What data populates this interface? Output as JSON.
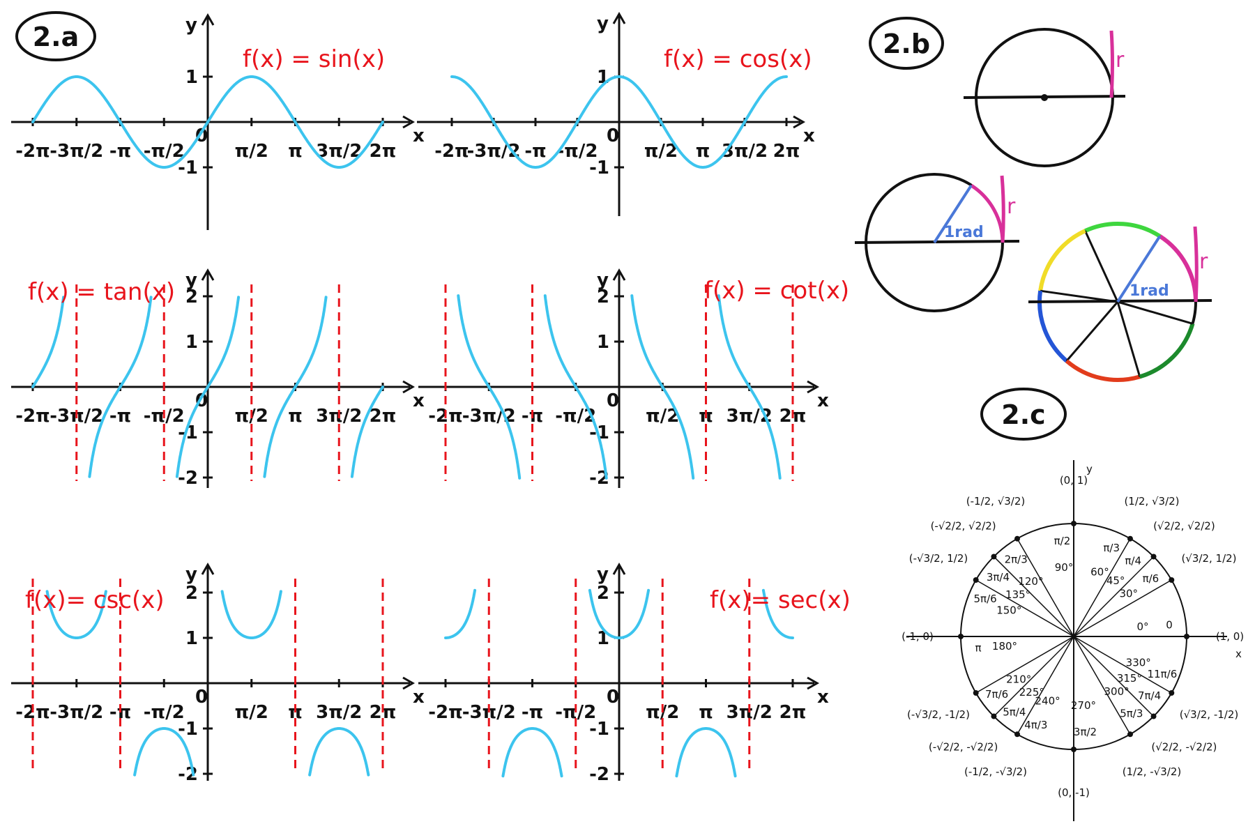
{
  "badges": {
    "a": "2.a",
    "b": "2.b",
    "c": "2.c"
  },
  "colors": {
    "curve": "#3cc4ee",
    "asymptote": "#e8141c",
    "title": "#e8141c",
    "ink": "#111111",
    "r_magenta": "#d8309a",
    "rad_blue": "#4a78d8",
    "green": "#3ed63e",
    "yellow": "#f0dc28",
    "dark_green": "#1c8a2c",
    "red": "#e23c1c",
    "blue": "#2455d6"
  },
  "graphs": [
    {
      "id": "sin",
      "title": "f(x) = sin(x)"
    },
    {
      "id": "cos",
      "title": "f(x) = cos(x)"
    },
    {
      "id": "tan",
      "title": "f(x) = tan(x)"
    },
    {
      "id": "cot",
      "title": "f(x) = cot(x)"
    },
    {
      "id": "csc",
      "title": "f(x)= csc(x)"
    },
    {
      "id": "sec",
      "title": "f(x)= sec(x)"
    }
  ],
  "axis_labels": {
    "x": "x",
    "y": "y",
    "origin": "0"
  },
  "x_ticks": [
    "-2π",
    "-3π/2",
    "-π",
    "-π/2",
    "π/2",
    "π",
    "3π/2",
    "2π"
  ],
  "y_ticks_trig": [
    "1",
    "-1"
  ],
  "y_ticks_wide": [
    "2",
    "1",
    "-1",
    "-2"
  ],
  "radian_circles": {
    "r": "r",
    "rad": "1rad"
  },
  "unit_circle": {
    "x_label": "x",
    "y_label": "y",
    "points": [
      {
        "coord": "(1, 0)",
        "rad": "0",
        "deg": "0°"
      },
      {
        "coord": "(√3/2, 1/2)",
        "rad": "π/6",
        "deg": "30°"
      },
      {
        "coord": "(√2/2, √2/2)",
        "rad": "π/4",
        "deg": "45°"
      },
      {
        "coord": "(1/2, √3/2)",
        "rad": "π/3",
        "deg": "60°"
      },
      {
        "coord": "(0, 1)",
        "rad": "π/2",
        "deg": "90°"
      },
      {
        "coord": "(-1/2, √3/2)",
        "rad": "2π/3",
        "deg": "120°"
      },
      {
        "coord": "(-√2/2, √2/2)",
        "rad": "3π/4",
        "deg": "135°"
      },
      {
        "coord": "(-√3/2, 1/2)",
        "rad": "5π/6",
        "deg": "150°"
      },
      {
        "coord": "(-1, 0)",
        "rad": "π",
        "deg": "180°"
      },
      {
        "coord": "(-√3/2, -1/2)",
        "rad": "7π/6",
        "deg": "210°"
      },
      {
        "coord": "(-√2/2, -√2/2)",
        "rad": "5π/4",
        "deg": "225°"
      },
      {
        "coord": "(-1/2, -√3/2)",
        "rad": "4π/3",
        "deg": "240°"
      },
      {
        "coord": "(0, -1)",
        "rad": "3π/2",
        "deg": "270°"
      },
      {
        "coord": "(1/2, -√3/2)",
        "rad": "5π/3",
        "deg": "300°"
      },
      {
        "coord": "(√2/2, -√2/2)",
        "rad": "7π/4",
        "deg": "315°"
      },
      {
        "coord": "(√3/2, -1/2)",
        "rad": "11π/6",
        "deg": "330°"
      }
    ]
  }
}
